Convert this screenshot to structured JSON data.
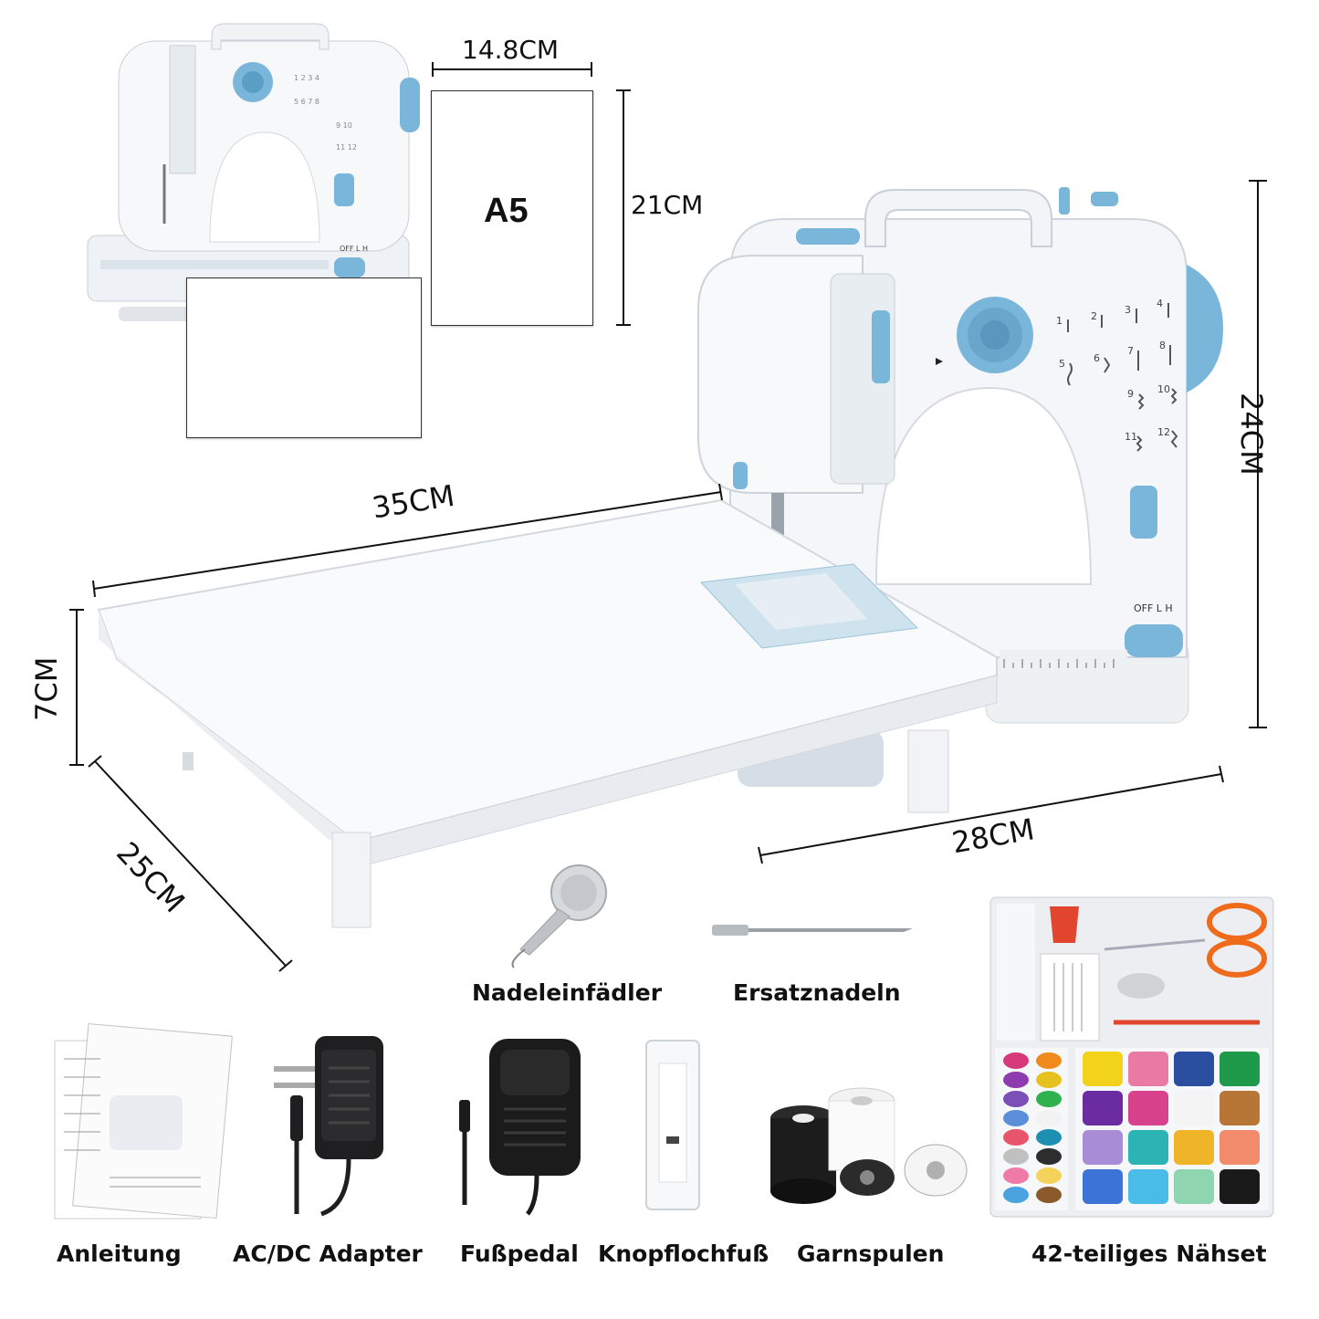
{
  "dimensions": {
    "a5_width": "14.8CM",
    "a5_height": "21CM",
    "a5_label": "A5",
    "machine_height": "24CM",
    "table_length": "35CM",
    "table_thickness": "7CM",
    "table_depth": "25CM",
    "machine_width": "28CM"
  },
  "accessories": [
    {
      "label": "Nadeleinfädler"
    },
    {
      "label": "Ersatznadeln"
    },
    {
      "label": "Anleitung"
    },
    {
      "label": "AC/DC Adapter"
    },
    {
      "label": "Fußpedal"
    },
    {
      "label": "Knopflochfuß"
    },
    {
      "label": "Garnspulen"
    },
    {
      "label": "42-teiliges Nähset"
    }
  ],
  "machine_panel": {
    "switch_labels": [
      "OFF",
      "L",
      "H"
    ],
    "stitch_numbers": [
      "1",
      "2",
      "3",
      "4",
      "5",
      "6",
      "7",
      "8",
      "9",
      "10",
      "11",
      "12"
    ]
  },
  "colors": {
    "accent_blue": "#7ab6d9",
    "machine_white": "#f4f6f9",
    "pedal_black": "#1b1b1b"
  }
}
